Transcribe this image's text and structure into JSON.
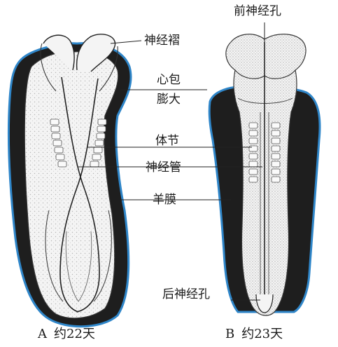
{
  "labels": {
    "neural_fold": "神经褶",
    "pericardial_bulge_line1": "心包",
    "pericardial_bulge_line2": "膨大",
    "somite": "体节",
    "neural_tube": "神经管",
    "amnion": "羊膜",
    "anterior_neuropore": "前神经孔",
    "posterior_neuropore": "后神经孔"
  },
  "captions": {
    "a_letter": "A",
    "a_text": "约22天",
    "b_letter": "B",
    "b_text": "约23天"
  },
  "colors": {
    "amnion_outline": "#2f86c9",
    "embryo_dark": "#1e1e1e",
    "embryo_light": "#f4f4f4",
    "stipple": "#8a8a8a",
    "leader_line": "#222222"
  }
}
